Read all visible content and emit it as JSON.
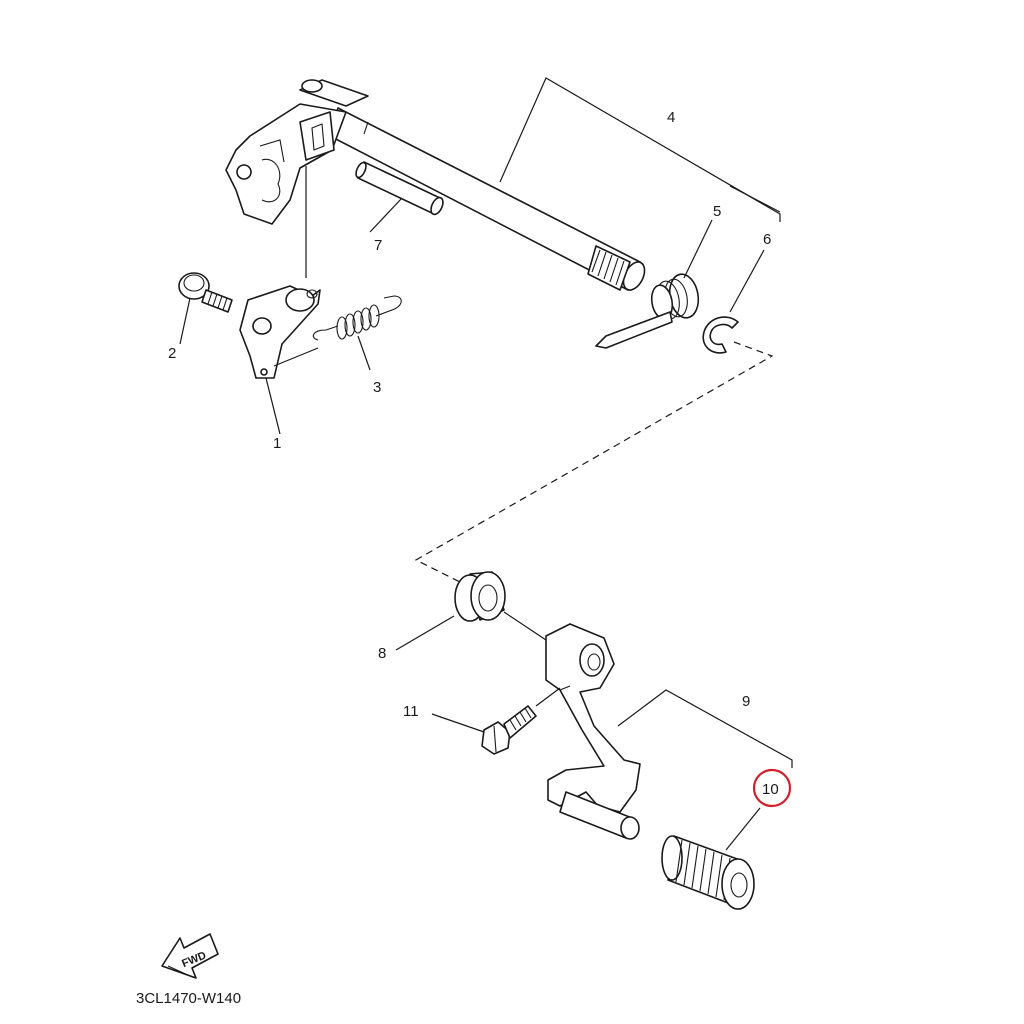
{
  "diagram": {
    "reference_code": "3CL1470-W140",
    "fwd_label": "FWD",
    "highlight_color": "#d0202a",
    "highlighted_callout": "10",
    "callouts": [
      "1",
      "2",
      "3",
      "4",
      "5",
      "6",
      "7",
      "8",
      "9",
      "10",
      "11"
    ]
  }
}
